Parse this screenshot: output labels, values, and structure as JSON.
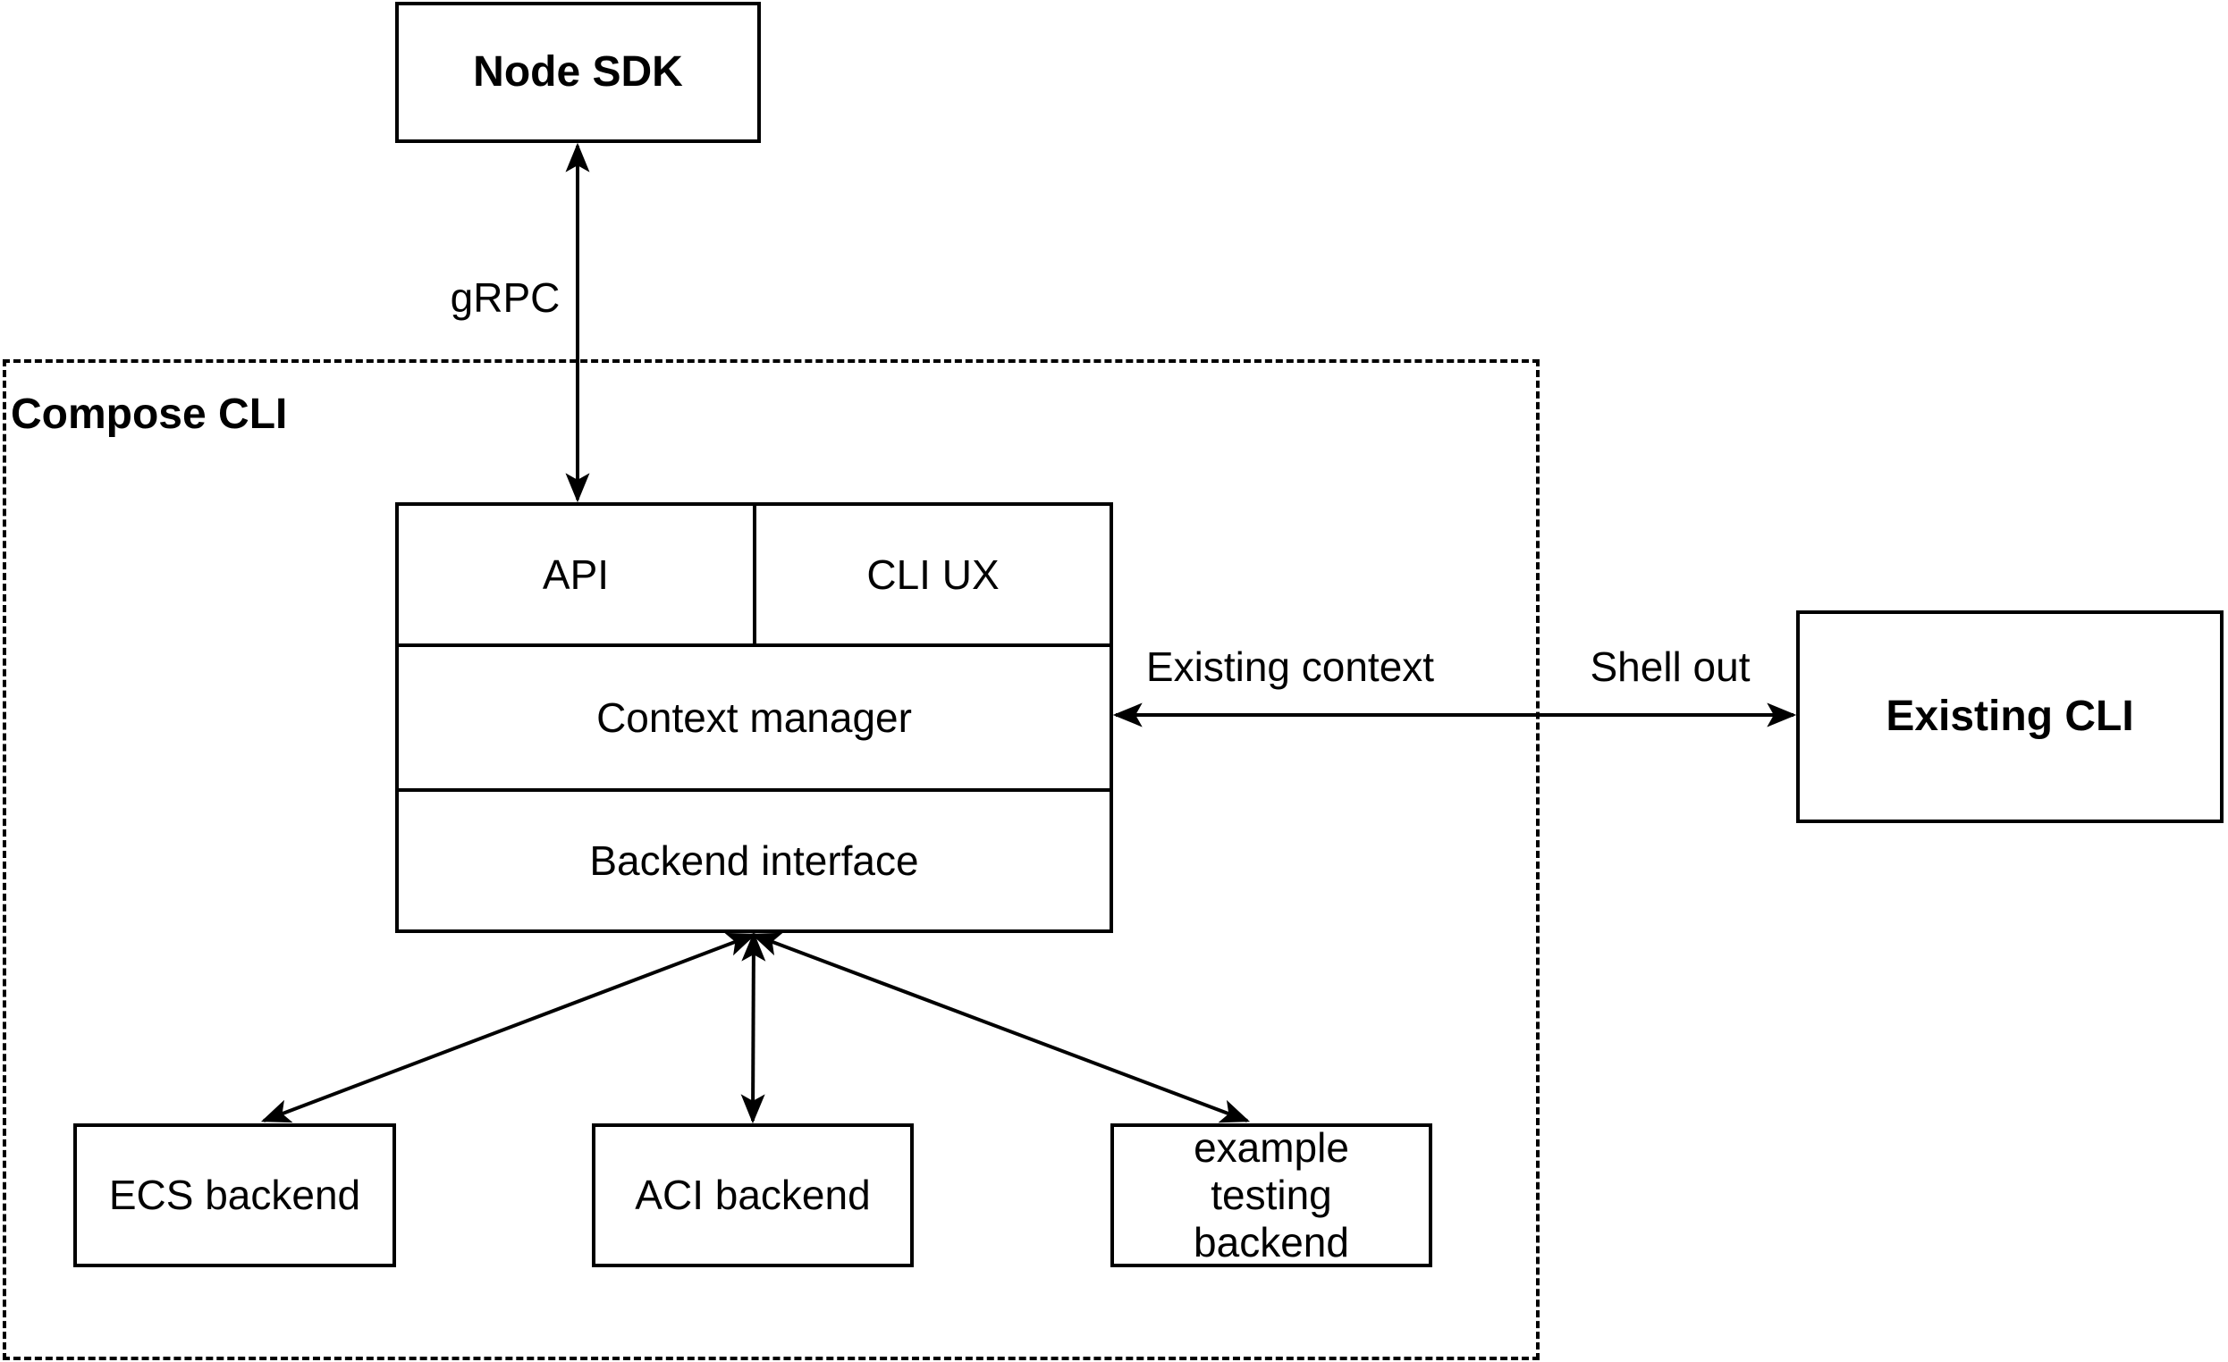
{
  "diagram": {
    "background_color": "#ffffff",
    "stroke_color": "#000000",
    "container": {
      "label": "Compose CLI"
    },
    "nodes": {
      "node_sdk": {
        "label": "Node SDK"
      },
      "api": {
        "label": "API"
      },
      "cli_ux": {
        "label": "CLI UX"
      },
      "context_manager": {
        "label": "Context manager"
      },
      "backend_interface": {
        "label": "Backend interface"
      },
      "ecs_backend": {
        "label": "ECS backend"
      },
      "aci_backend": {
        "label": "ACI backend"
      },
      "example_testing_backend": {
        "label": "example testing backend"
      },
      "existing_cli": {
        "label": "Existing CLI"
      }
    },
    "edges": {
      "grpc": {
        "label": "gRPC"
      },
      "existing_context": {
        "label": "Existing context"
      },
      "shell_out": {
        "label": "Shell out"
      }
    }
  }
}
